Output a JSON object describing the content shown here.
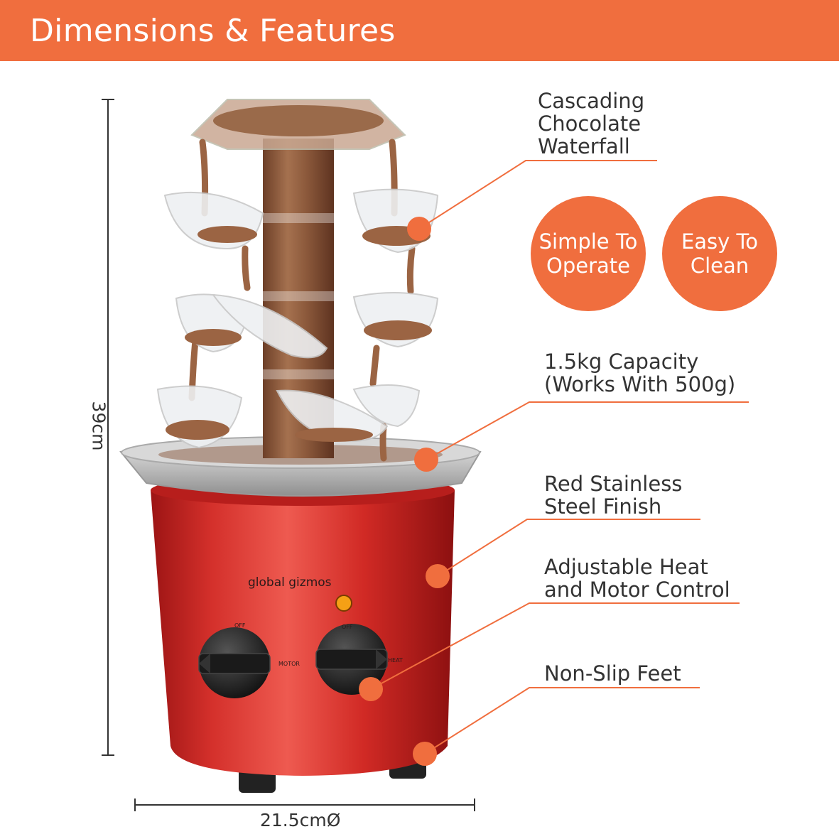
{
  "header": {
    "title": "Dimensions & Features"
  },
  "brand": {
    "logo_text": "global gizmos"
  },
  "controls": {
    "motor_label": "MOTOR",
    "heat_label": "HEAT",
    "motor_off": "OFF",
    "heat_off": "OFF"
  },
  "dimensions": {
    "height": "39cm",
    "width": "21.5cmØ"
  },
  "features": {
    "waterfall": [
      "Cascading",
      "Chocolate",
      "Waterfall"
    ],
    "capacity": [
      "1.5kg Capacity",
      "(Works With 500g)"
    ],
    "finish": [
      "Red Stainless",
      "Steel Finish"
    ],
    "control": [
      "Adjustable Heat",
      "and Motor Control"
    ],
    "feet": [
      "Non-Slip Feet"
    ]
  },
  "badges": {
    "simple": [
      "Simple To",
      "Operate"
    ],
    "clean": [
      "Easy To",
      "Clean"
    ]
  },
  "colors": {
    "accent": "#f06e3e",
    "chocolate": "#8a5a3f",
    "red_body": "#d42a26",
    "text": "#333333"
  }
}
